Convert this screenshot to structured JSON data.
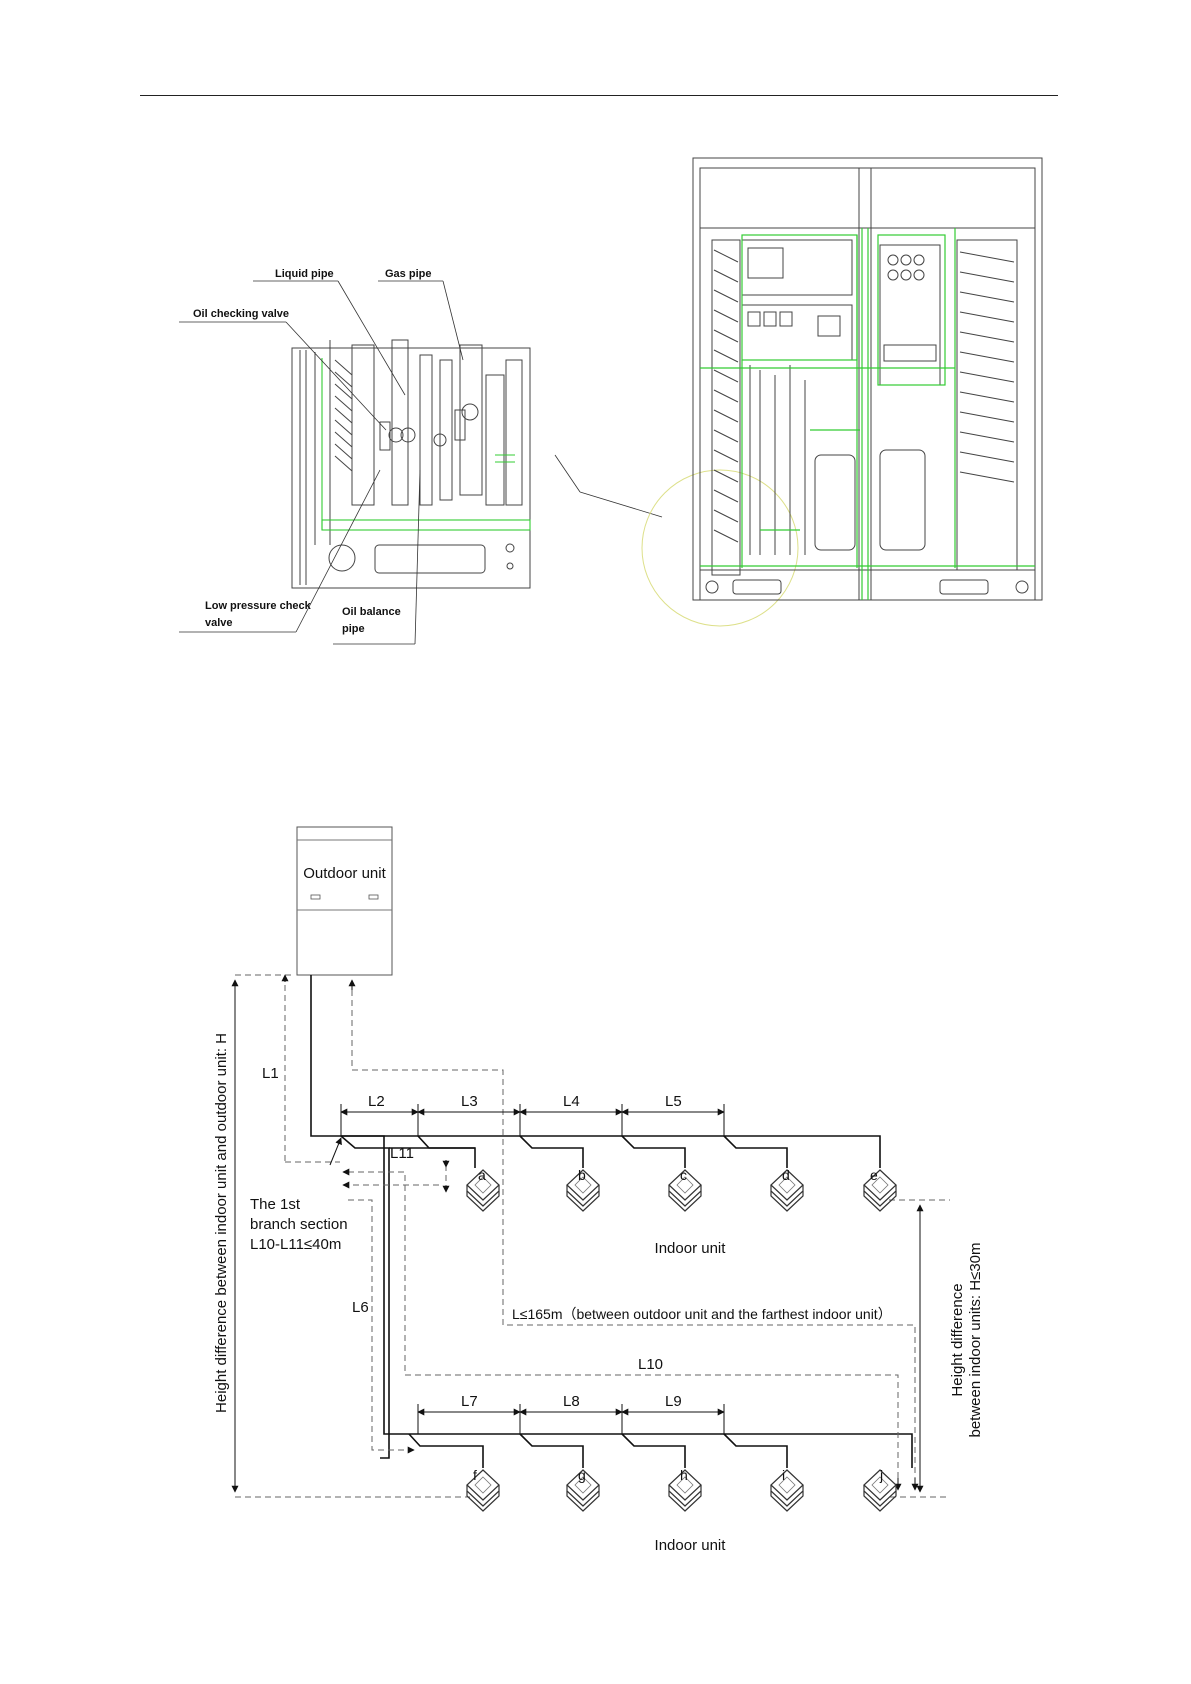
{
  "photo_callouts": {
    "liquid_pipe": "Liquid pipe",
    "gas_pipe": "Gas pipe",
    "oil_checking_valve": "Oil checking valve",
    "low_pressure_line1": "Low pressure check",
    "low_pressure_line2": "valve",
    "oil_balance_line1": "Oil balance",
    "oil_balance_line2": "pipe"
  },
  "piping": {
    "outdoor_unit": "Outdoor unit",
    "height_outdoor_indoor": "Height difference between indoor unit and outdoor unit: H",
    "height_indoor_line1": "Height difference",
    "height_indoor_line2": "between indoor units: H≤30m",
    "first_branch_line1": "The 1st",
    "first_branch_line2": "branch section",
    "first_branch_line3": "L10-L11≤40m",
    "max_length": "L≤165m（between outdoor unit and the farthest indoor unit）",
    "indoor_unit_top": "Indoor unit",
    "indoor_unit_bottom": "Indoor unit",
    "segments": {
      "L1": "L1",
      "L2": "L2",
      "L3": "L3",
      "L4": "L4",
      "L5": "L5",
      "L6": "L6",
      "L7": "L7",
      "L8": "L8",
      "L9": "L9",
      "L10": "L10",
      "L11": "L11"
    },
    "units_top": [
      "a",
      "b",
      "c",
      "d",
      "e"
    ],
    "units_bottom": [
      "f",
      "g",
      "h",
      "i",
      "j"
    ]
  }
}
